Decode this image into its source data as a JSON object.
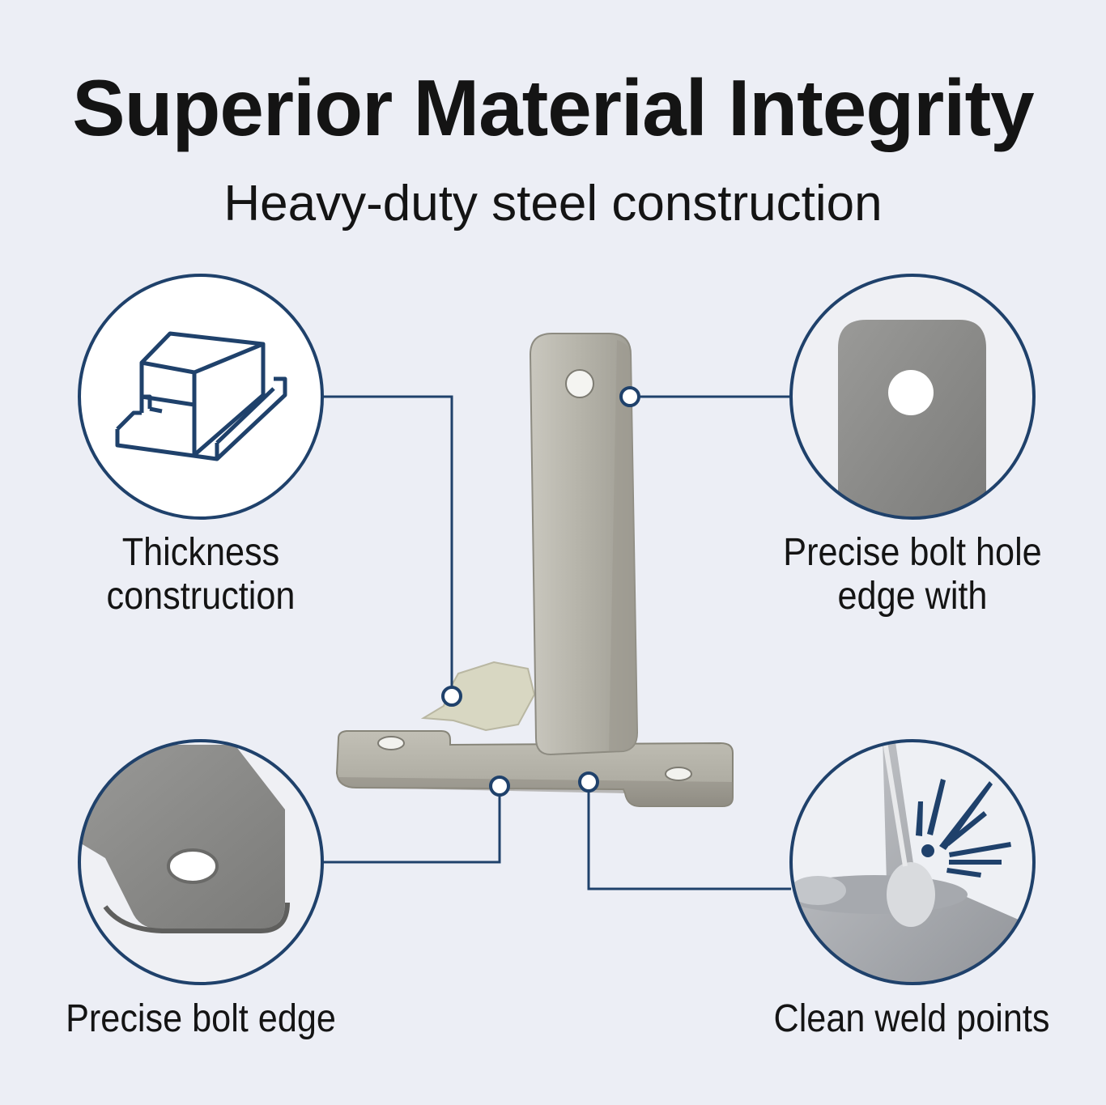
{
  "header": {
    "title": "Superior Material Integrity",
    "subtitle": "Heavy-duty steel construction"
  },
  "callouts": {
    "thickness": {
      "line1": "Thickness",
      "line2": "construction",
      "icon": "steel-profile-icon"
    },
    "bolt_hole": {
      "line1": "Precise bolt hole",
      "line2": "edge with"
    },
    "bolt_edge": {
      "line1": "Precise bolt edge"
    },
    "weld": {
      "line1": "Clean weld points",
      "icon": "spark-icon"
    }
  },
  "colors": {
    "background": "#eceef5",
    "accent": "#1f416b",
    "text": "#141414",
    "metal": "#b8b6ad"
  }
}
